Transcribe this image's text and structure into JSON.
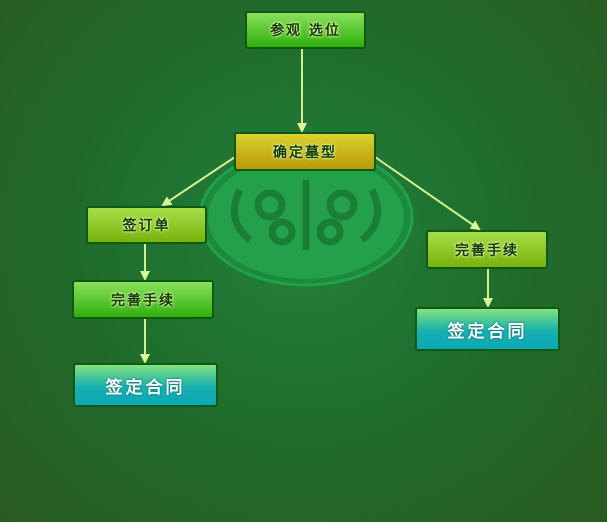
{
  "flowchart": {
    "nodes": {
      "visit": "参观 选位",
      "choose_type": "确定墓型",
      "sign_order": "签订单",
      "complete_left": "完善手续",
      "complete_right": "完善手续",
      "contract_left": "签定合同",
      "contract_right": "签定合同"
    },
    "edges": [
      [
        "visit",
        "choose_type"
      ],
      [
        "choose_type",
        "sign_order"
      ],
      [
        "choose_type",
        "complete_right"
      ],
      [
        "sign_order",
        "complete_left"
      ],
      [
        "complete_left",
        "contract_left"
      ],
      [
        "complete_right",
        "contract_right"
      ]
    ]
  }
}
